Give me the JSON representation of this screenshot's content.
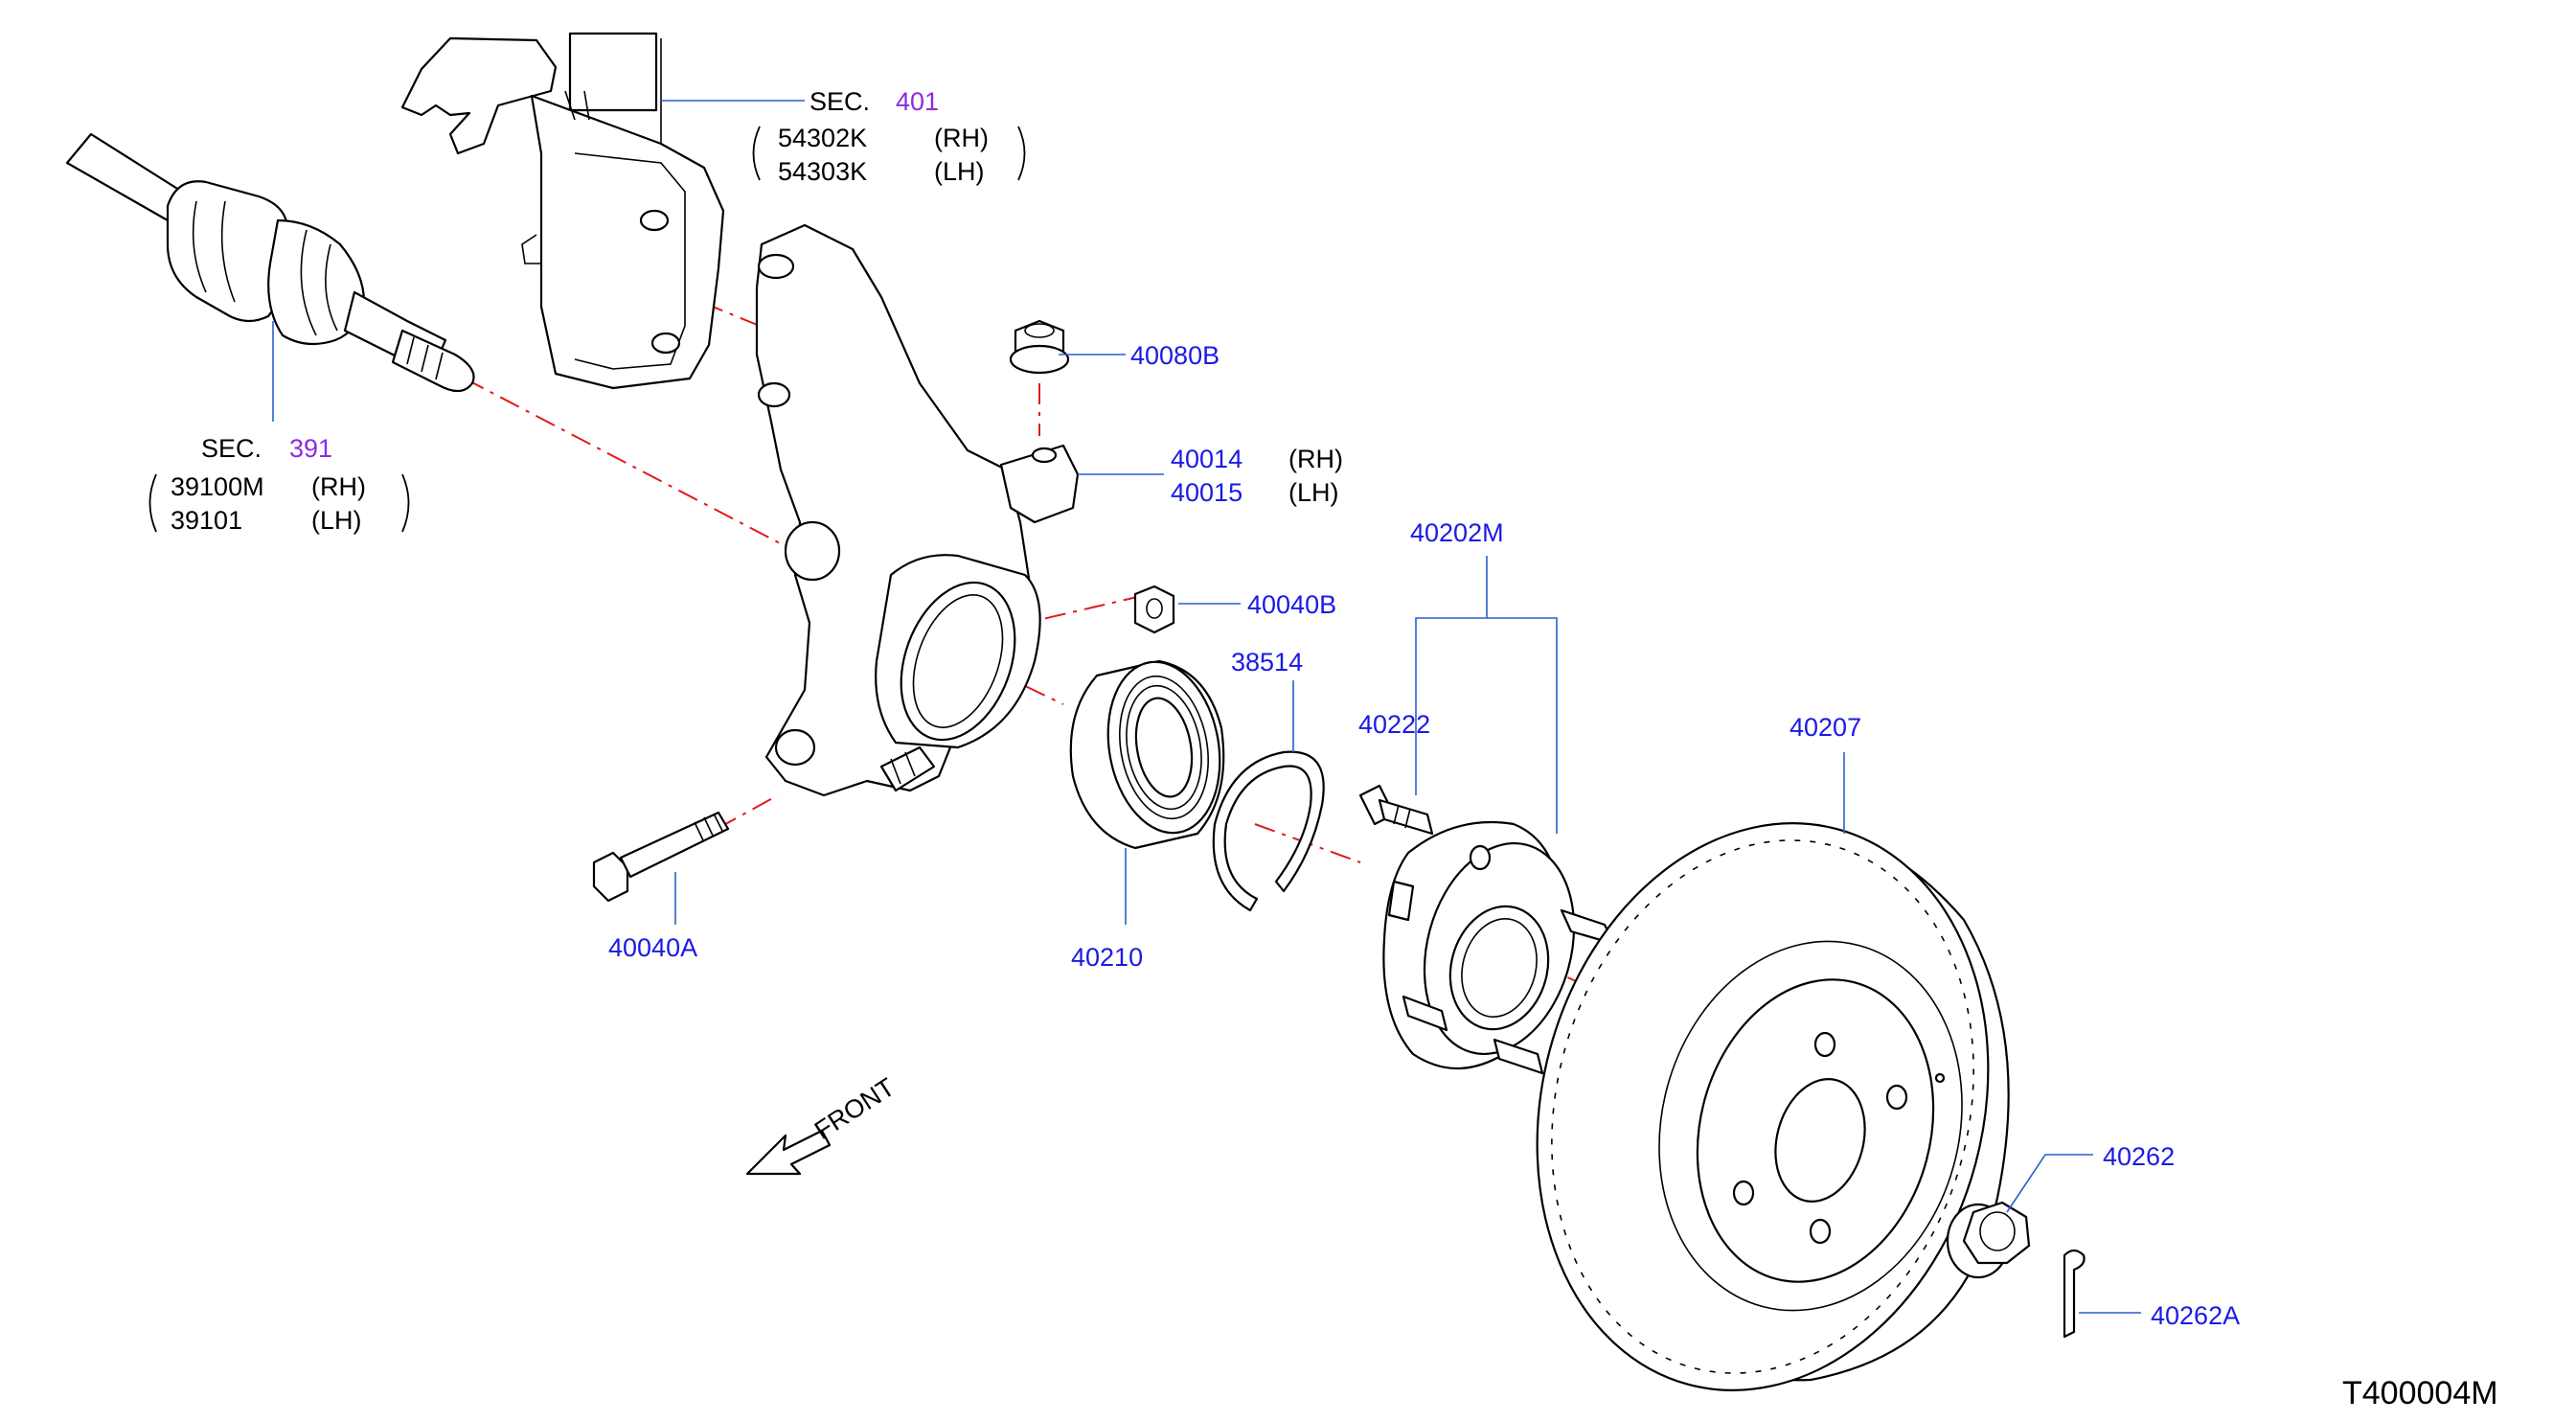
{
  "labels": {
    "sec401_prefix": "SEC.",
    "sec401_num": "401",
    "sec401_rh_part": "54302K",
    "sec401_rh_side": "(RH)",
    "sec401_lh_part": "54303K",
    "sec401_lh_side": "(LH)",
    "sec391_prefix": "SEC.",
    "sec391_num": "391",
    "sec391_rh_part": "39100M",
    "sec391_rh_side": "(RH)",
    "sec391_lh_part": "39101",
    "sec391_lh_side": "(LH)",
    "p40080B": "40080B",
    "p40014": "40014",
    "p40014_side": "(RH)",
    "p40015": "40015",
    "p40015_side": "(LH)",
    "p40202M": "40202M",
    "p40040B": "40040B",
    "p38514": "38514",
    "p40222": "40222",
    "p40207": "40207",
    "p40040A": "40040A",
    "p40210": "40210",
    "p40262": "40262",
    "p40262A": "40262A",
    "front": "FRONT",
    "diagram_code": "T400004M"
  },
  "colors": {
    "part_number": "#1a1ae6",
    "section_number": "#8a2be2",
    "leader_line": "#2a5fd0",
    "center_line": "#e11a1a",
    "outline": "#000000"
  }
}
